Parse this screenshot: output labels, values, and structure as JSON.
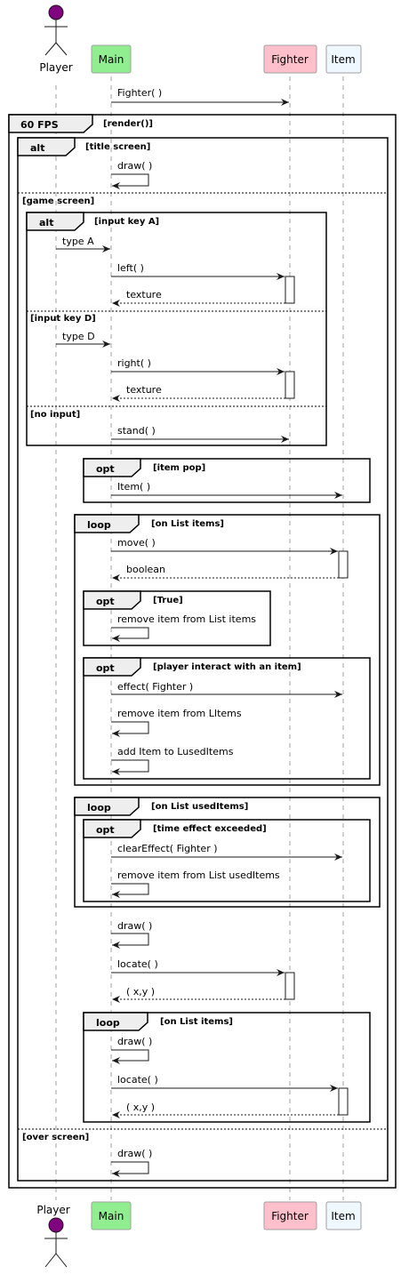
{
  "participants": {
    "player": {
      "label": "Player",
      "color": "#800080"
    },
    "main": {
      "label": "Main",
      "color": "#90ee90"
    },
    "fighter": {
      "label": "Fighter",
      "color": "#ffc0cb"
    },
    "item": {
      "label": "Item",
      "color": "#f0f8ff"
    }
  },
  "messages": {
    "m1": "Fighter( )",
    "m2": "draw( )",
    "m3": "type A",
    "m4": "left( )",
    "m5": "texture",
    "m6": "type D",
    "m7": "right( )",
    "m8": "texture",
    "m9": "stand( )",
    "m10": "Item( )",
    "m11": "move( )",
    "m12": "boolean",
    "m13": "remove item from List items",
    "m14": "effect( Fighter )",
    "m15": "remove item from LItems",
    "m16": "add Item to LusedItems",
    "m17": "clearEffect( Fighter )",
    "m18": "remove item from List usedItems",
    "m19": "draw( )",
    "m20": "locate( )",
    "m21": "( x,y )",
    "m22": "draw( )",
    "m23": "locate( )",
    "m24": "( x,y )",
    "m25": "draw( )"
  },
  "fragments": {
    "f1": {
      "keyword": "60 FPS",
      "guard": "[render()]"
    },
    "f2": {
      "keyword": "alt",
      "guard": "[title screen]",
      "else1": "[game screen]",
      "else2": "[over screen]"
    },
    "f3": {
      "keyword": "alt",
      "guard": "[input key A]",
      "else1": "[input key D]",
      "else2": "[no input]"
    },
    "f4": {
      "keyword": "opt",
      "guard": "[item pop]"
    },
    "f5": {
      "keyword": "loop",
      "guard": "[on List items]"
    },
    "f6": {
      "keyword": "opt",
      "guard": "[True]"
    },
    "f7": {
      "keyword": "opt",
      "guard": "[player interact with an item]"
    },
    "f8": {
      "keyword": "loop",
      "guard": "[on List usedItems]"
    },
    "f9": {
      "keyword": "opt",
      "guard": "[time effect exceeded]"
    },
    "f10": {
      "keyword": "loop",
      "guard": "[on List items]"
    }
  }
}
